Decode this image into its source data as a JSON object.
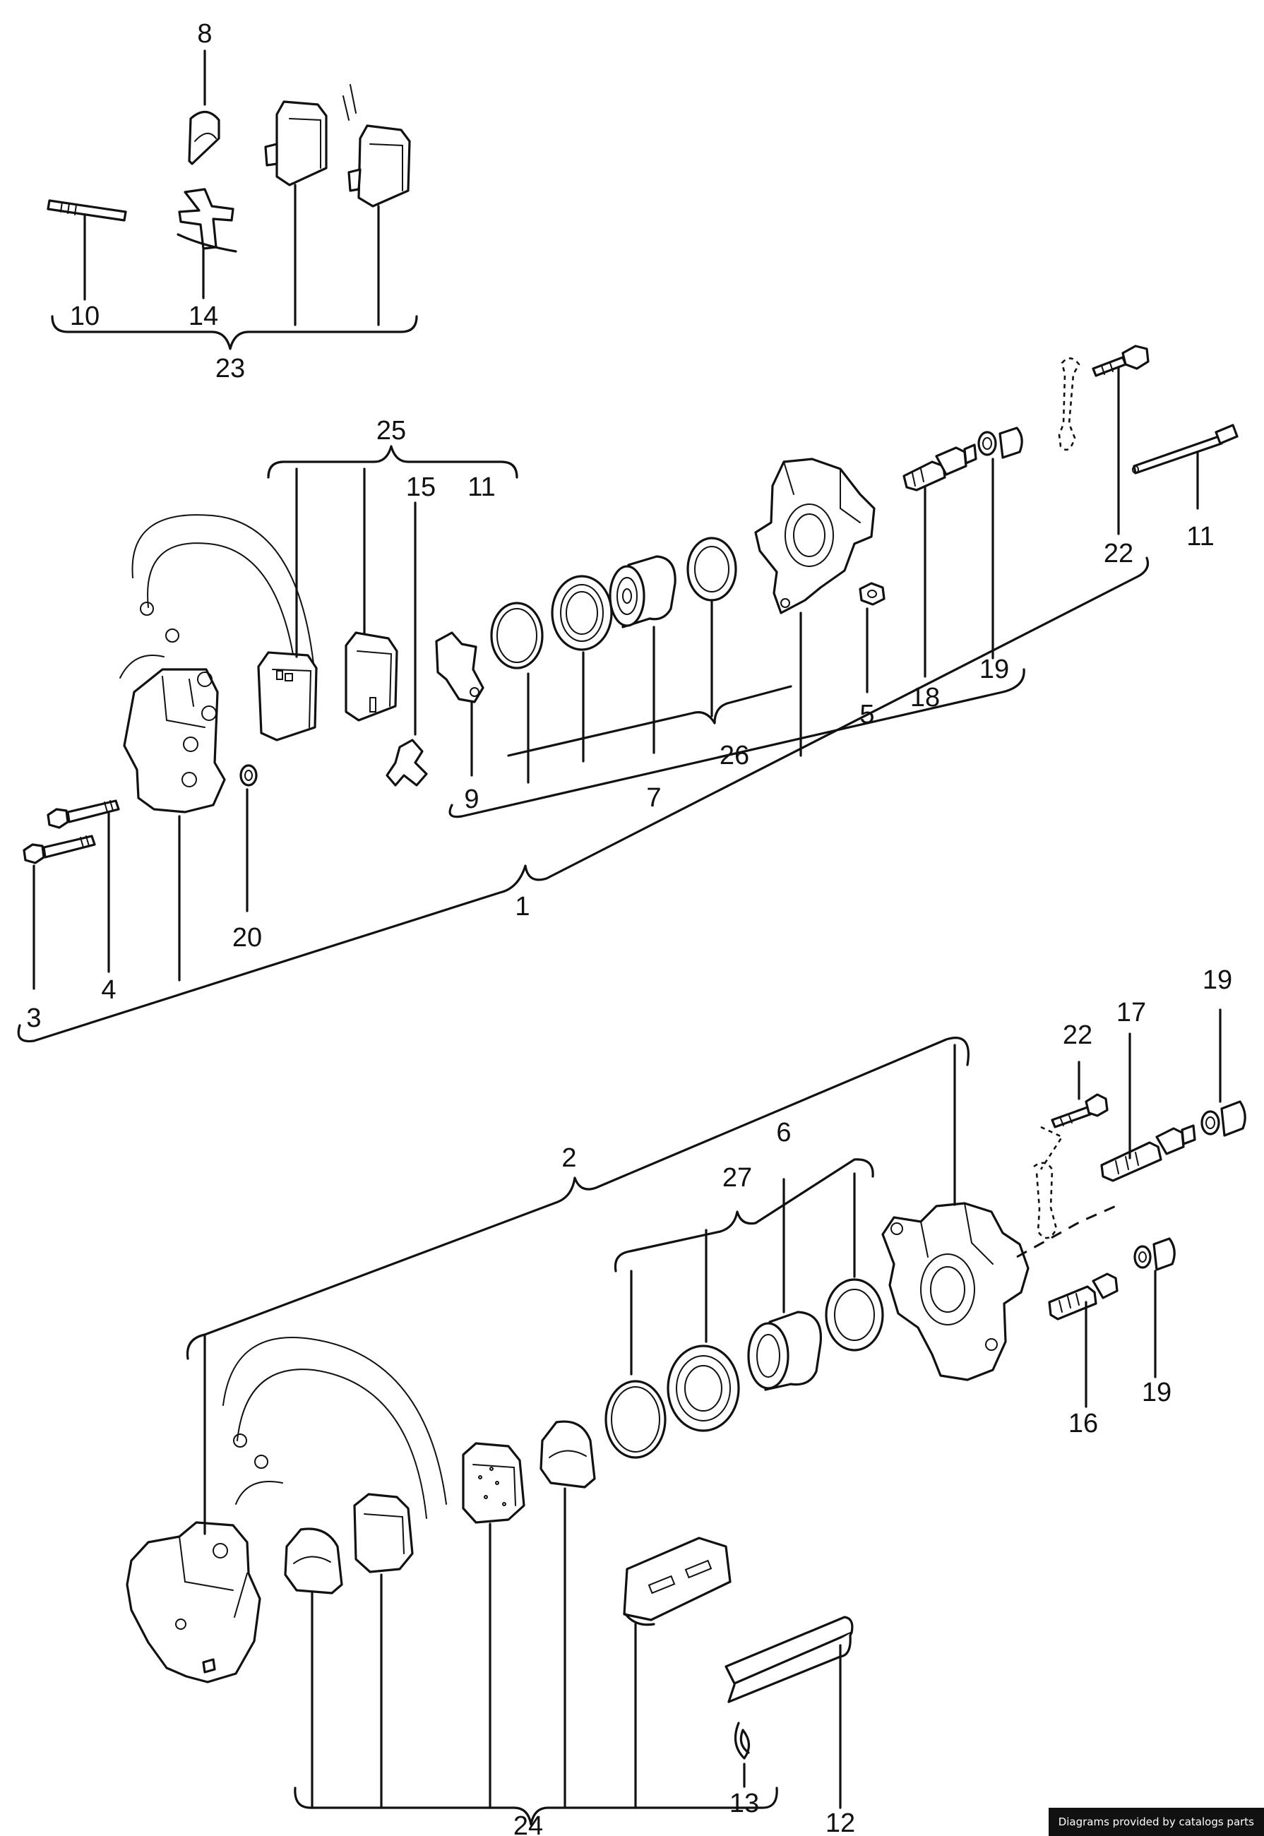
{
  "labels": {
    "l1": "1",
    "l2": "2",
    "l3": "3",
    "l4": "4",
    "l5": "5",
    "l6": "6",
    "l7": "7",
    "l8": "8",
    "l9": "9",
    "l10": "10",
    "l11a": "11",
    "l11b": "11",
    "l12": "12",
    "l13": "13",
    "l14": "14",
    "l15": "15",
    "l16": "16",
    "l17": "17",
    "l18": "18",
    "l19a": "19",
    "l19b": "19",
    "l19c": "19",
    "l20": "20",
    "l22a": "22",
    "l22b": "22",
    "l23": "23",
    "l24": "24",
    "l25": "25",
    "l26": "26",
    "l27": "27"
  },
  "credit": "Diagrams provided by catalogs parts"
}
